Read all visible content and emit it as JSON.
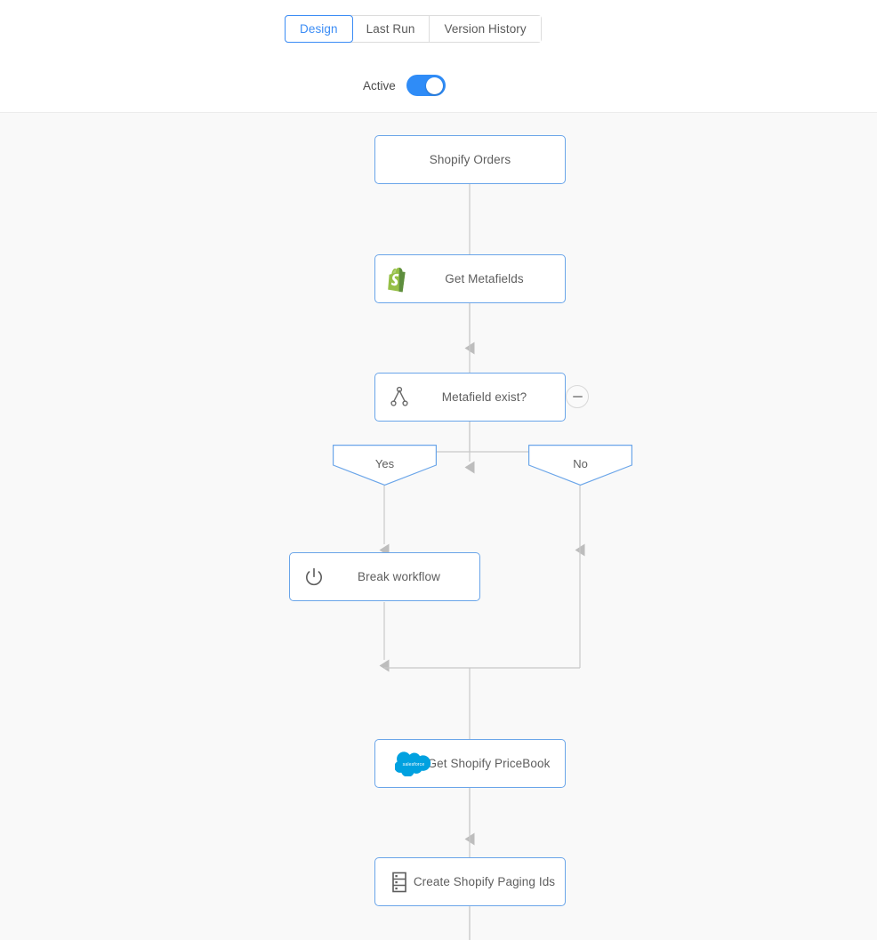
{
  "header": {
    "tabs": [
      {
        "label": "Design",
        "active": true
      },
      {
        "label": "Last Run",
        "active": false
      },
      {
        "label": "Version History",
        "active": false
      }
    ],
    "toggle": {
      "label": "Active",
      "state": "on"
    }
  },
  "colors": {
    "accent": "#3b8cf5",
    "toggle_on": "#2f8cf7",
    "node_border": "#6aa5e9",
    "node_text": "#5e5e5e",
    "wire": "#c8c8c8",
    "canvas_bg": "#f9f9f9",
    "shopify_green": "#5fb44a",
    "salesforce_blue": "#00a1e0"
  },
  "workflow": {
    "nodes": [
      {
        "id": "n1",
        "label": "Shopify Orders",
        "icon": null
      },
      {
        "id": "n2",
        "label": "Get Metafields",
        "icon": "shopify-icon"
      },
      {
        "id": "n3",
        "label": "Metafield exist?",
        "icon": "branch-fork-icon",
        "collapse": "minus-icon"
      },
      {
        "id": "n4",
        "label": "Break workflow",
        "icon": "power-icon"
      },
      {
        "id": "n5",
        "label": "Get Shopify PriceBook",
        "icon": "salesforce-icon"
      },
      {
        "id": "n6",
        "label": "Create Shopify Paging Ids",
        "icon": "list-icon"
      }
    ],
    "branches": [
      {
        "id": "b-yes",
        "label": "Yes"
      },
      {
        "id": "b-no",
        "label": "No"
      }
    ]
  }
}
